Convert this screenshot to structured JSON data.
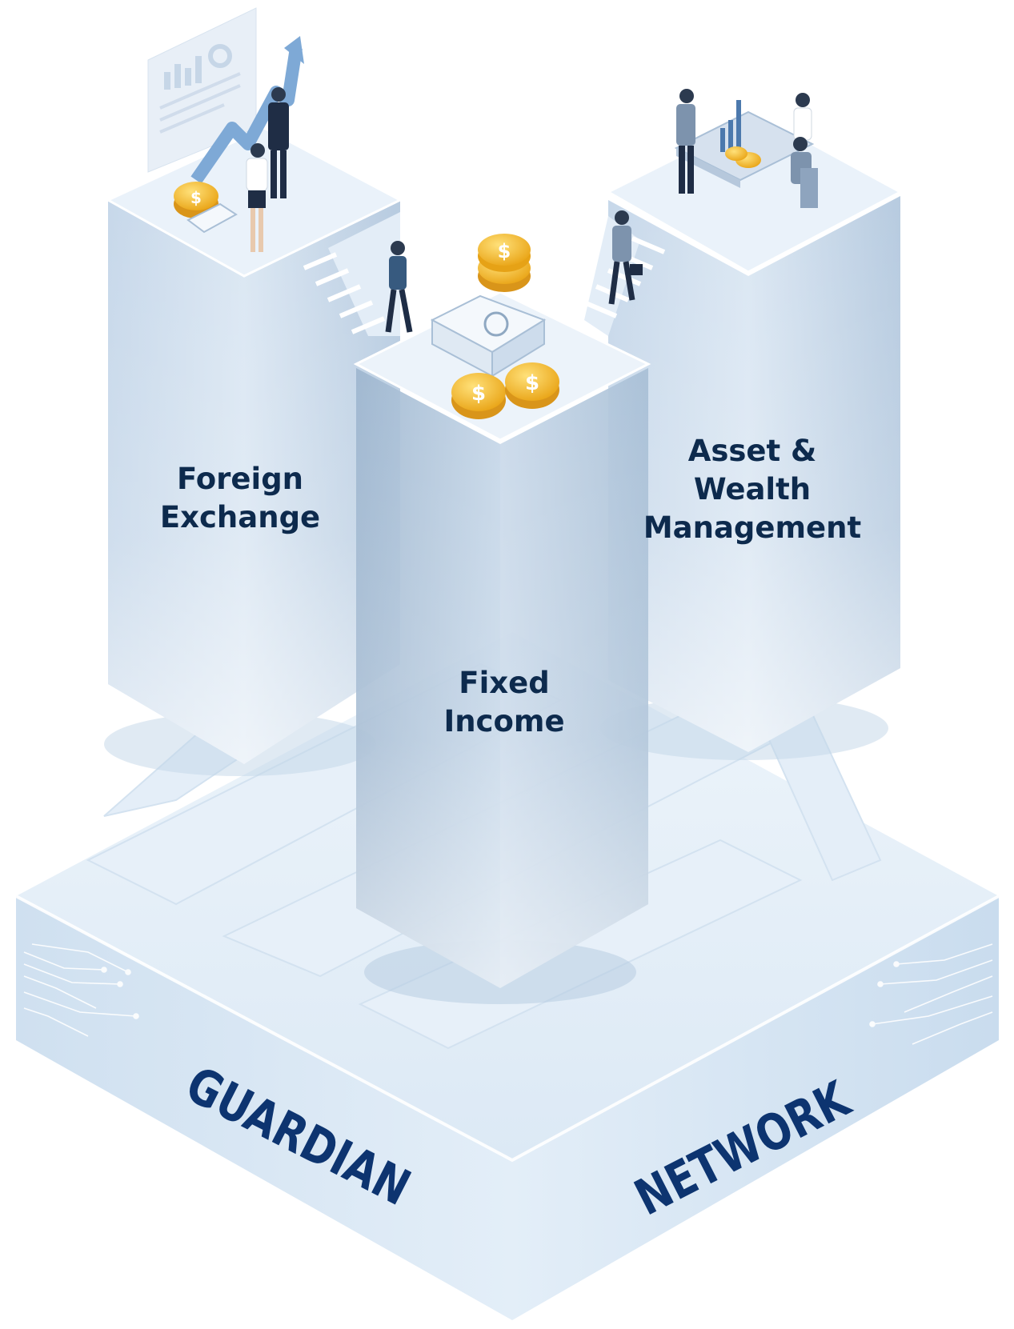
{
  "pillars": {
    "left": {
      "lines": [
        "Foreign",
        "Exchange"
      ]
    },
    "center": {
      "lines": [
        "Fixed",
        "Income"
      ]
    },
    "right": {
      "lines": [
        "Asset &",
        "Wealth",
        "Management"
      ]
    }
  },
  "base": {
    "word_left": "GUARDIAN",
    "word_right": "NETWORK"
  },
  "colors": {
    "label": "#0d2a4d",
    "base_text": "#0d3470",
    "platform": "#dde9f4",
    "coin": "#f2b72a"
  }
}
